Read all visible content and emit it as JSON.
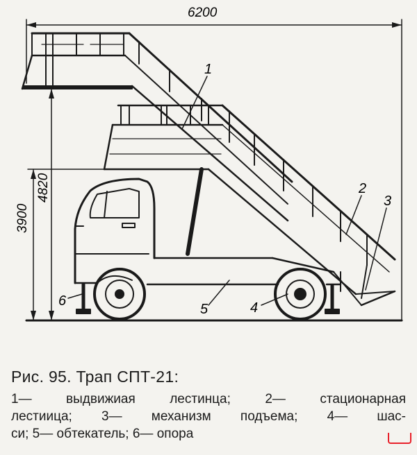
{
  "figure": {
    "dimensions": {
      "overall_length": "6200",
      "platform_height": "4820",
      "ladder_height": "3900"
    },
    "callouts": [
      "1",
      "2",
      "3",
      "4",
      "5",
      "6"
    ]
  },
  "caption": {
    "title": "Рис. 95. Трап СПТ-21:",
    "lines": [
      "1— выдвижиая лестинца; 2— стационарная",
      "лестиица; 3— механизм подъема; 4— шас-",
      "си; 5— обтекатель; 6— опора"
    ]
  },
  "colors": {
    "ink": "#1a1a1a",
    "paper": "#f4f3ef",
    "corner_mark": "#e8202a"
  }
}
